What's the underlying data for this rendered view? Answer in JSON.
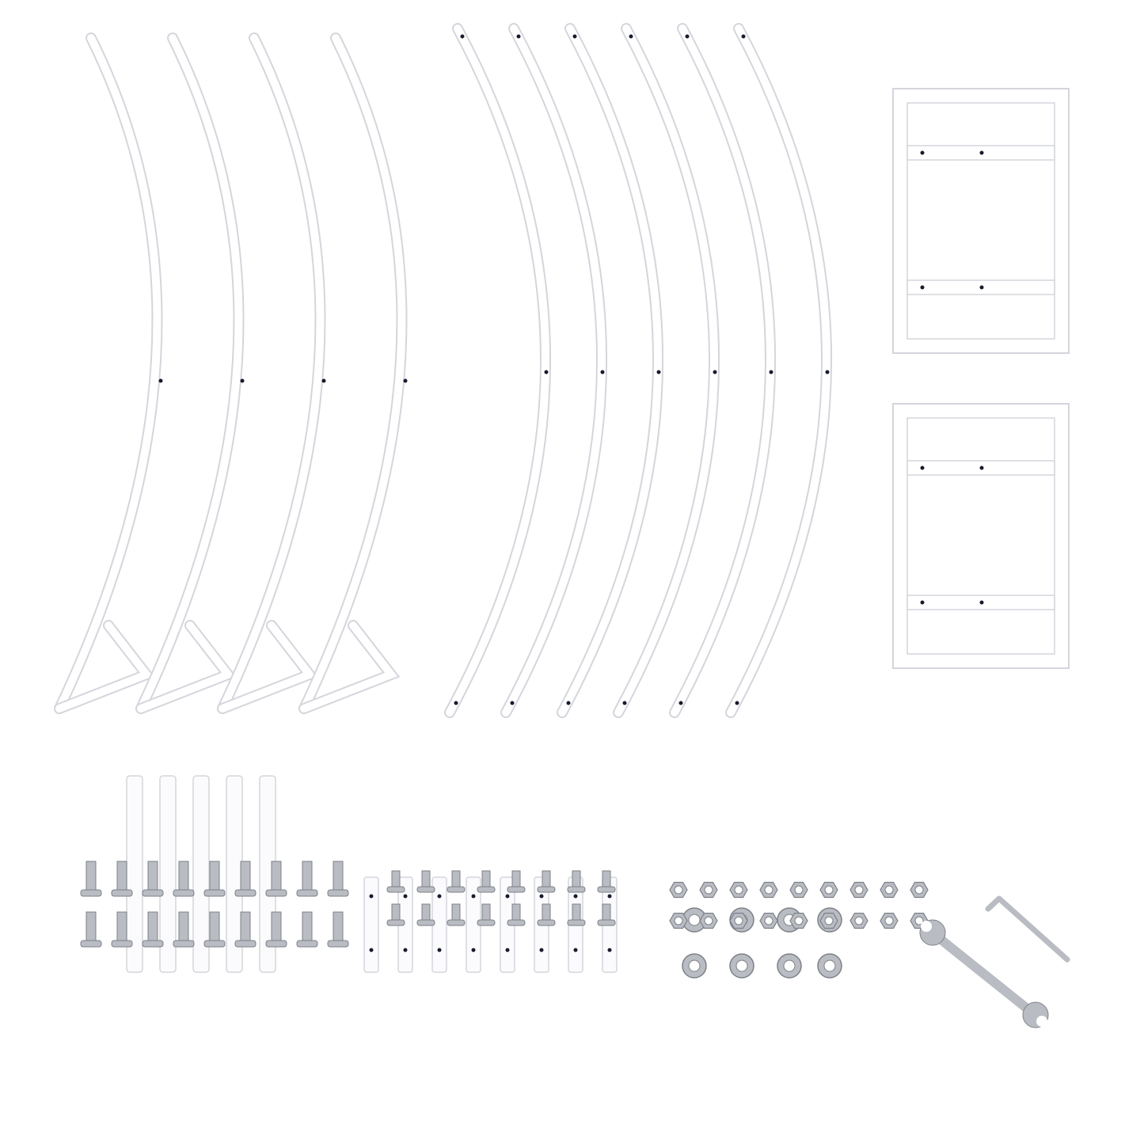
{
  "colors": {
    "background": "#ffffff",
    "tube": "#ffffff",
    "tube_edge": "#d4d6dc",
    "hole": "#1a1a2e",
    "metal": "#b9bcc2",
    "metal_dark": "#7d8188"
  },
  "parts": {
    "footed_arches": 4,
    "curved_arches": 6,
    "frames": 2,
    "long_tubes": 5,
    "short_connectors": 8,
    "washers": 8,
    "long_bolts": 18,
    "short_bolts": 16,
    "nuts": 18,
    "tools": [
      "wrench-icon",
      "hex-key-icon"
    ]
  }
}
